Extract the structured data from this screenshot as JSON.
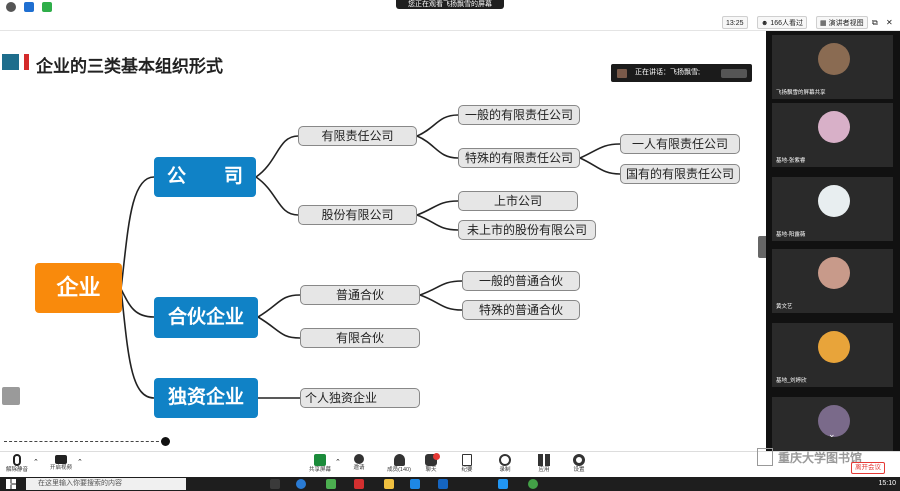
{
  "topbar": {
    "share_banner": "您正在观看飞扬飘雪的屏幕"
  },
  "statusbar": {
    "time": "13:25",
    "viewers": "166人看过",
    "view_mode": "演讲者视图"
  },
  "slide": {
    "title": "企业的三类基本组织形式",
    "speaker": "正在讲话：飞扬飘雪;",
    "root": "企业",
    "company": "公　　司",
    "partnership": "合伙企业",
    "sole": "独资企业",
    "limited_liability": "有限责任公司",
    "general_llc": "一般的有限责任公司",
    "special_llc": "特殊的有限责任公司",
    "one_person_llc": "一人有限责任公司",
    "state_owned_llc": "国有的有限责任公司",
    "joint_stock": "股份有限公司",
    "listed": "上市公司",
    "unlisted": "未上市的股份有限公司",
    "general_partnership": "普通合伙",
    "general_general_partnership": "一般的普通合伙",
    "special_general_partnership": "特殊的普通合伙",
    "limited_partnership": "有限合伙",
    "individual_sole": "个人独资企业"
  },
  "panel": {
    "participants": [
      {
        "name": "飞扬飘雪的屏幕共享",
        "color": "#8a6b52"
      },
      {
        "name": "基地-张紫睿",
        "color": "#d8b0c8"
      },
      {
        "name": "基地-阳露薇",
        "color": "#e8eef0"
      },
      {
        "name": "黄文艺",
        "color": "#c89a8a"
      },
      {
        "name": "基地_刘婷欣",
        "color": "#e8a43a"
      },
      {
        "name": "",
        "color": "#7a6a8a"
      }
    ]
  },
  "toolbar": {
    "unmute": "解除静音",
    "start_video": "开启视频",
    "share_screen": "共享屏幕",
    "invite": "邀请",
    "members": "成员(140)",
    "chat": "聊天",
    "notes": "纪要",
    "record": "录制",
    "apps": "应用",
    "settings": "设置",
    "leave": "离开会议",
    "watermark": "重庆大学图书馆"
  },
  "taskbar": {
    "search_placeholder": "在这里输入你要搜索的内容",
    "clock": "15:10"
  },
  "colors": {
    "blue": "#1082c6",
    "orange": "#f98a0c",
    "title_teal": "#1e6d8c",
    "title_red": "#d42a2a"
  }
}
